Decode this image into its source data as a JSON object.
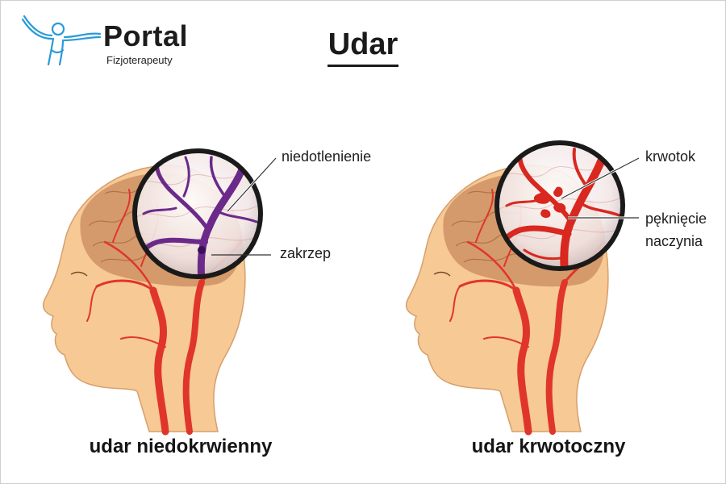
{
  "logo": {
    "name": "Portal",
    "subtitle": "Fizjoterapeuty",
    "colors": {
      "figure": "#2a9ad8",
      "text": "#1c1c1c"
    }
  },
  "title": "Udar",
  "panels": [
    {
      "caption": "udar niedokrwienny",
      "callouts": [
        "niedotlenienie",
        "zakrzep"
      ],
      "vessel_color": "#6b2a8a"
    },
    {
      "caption": "udar krwotoczny",
      "callouts": [
        "krwotok",
        "pęknięcie",
        "naczynia"
      ],
      "vessel_color": "#d8281f"
    }
  ],
  "colors": {
    "skin": "#f6c995",
    "brain": "#c98a5e",
    "artery": "#e0352b"
  }
}
